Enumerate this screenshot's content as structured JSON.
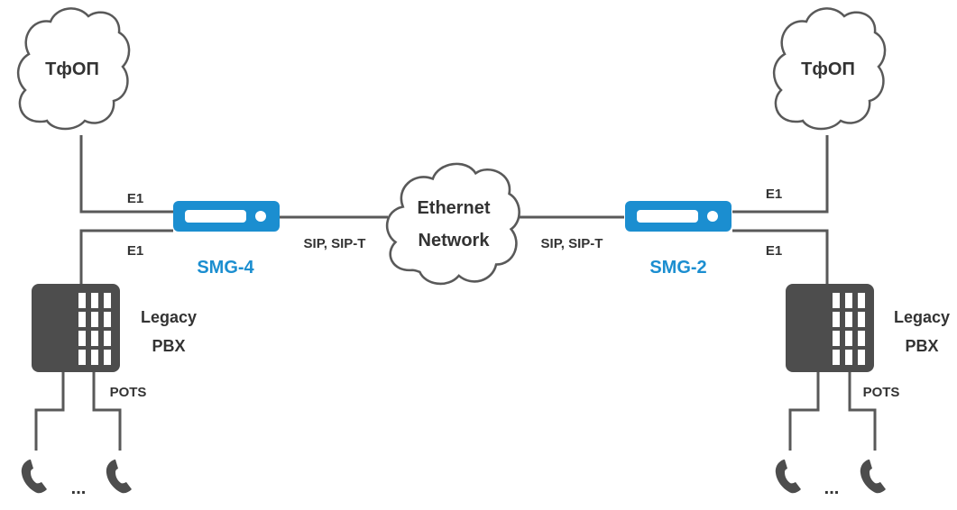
{
  "clouds": {
    "pstn_left": "ТфОП",
    "pstn_right": "ТфОП",
    "ethernet_line1": "Ethernet",
    "ethernet_line2": "Network"
  },
  "devices": {
    "left": "SMG-4",
    "right": "SMG-2"
  },
  "links": {
    "e1_left_top": "E1",
    "e1_left_bottom": "E1",
    "e1_right_top": "E1",
    "e1_right_bottom": "E1",
    "sip_left": "SIP, SIP-T",
    "sip_right": "SIP, SIP-T"
  },
  "pbx": {
    "left_line1": "Legacy",
    "left_line2": "PBX",
    "right_line1": "Legacy",
    "right_line2": "PBX"
  },
  "phones": {
    "pots_left": "POTS",
    "pots_right": "POTS",
    "ellipsis_left": "...",
    "ellipsis_right": "..."
  },
  "colors": {
    "device_blue": "#1b8ed0",
    "pbx_gray": "#4d4d4d",
    "line_gray": "#595959",
    "text": "#333333"
  }
}
